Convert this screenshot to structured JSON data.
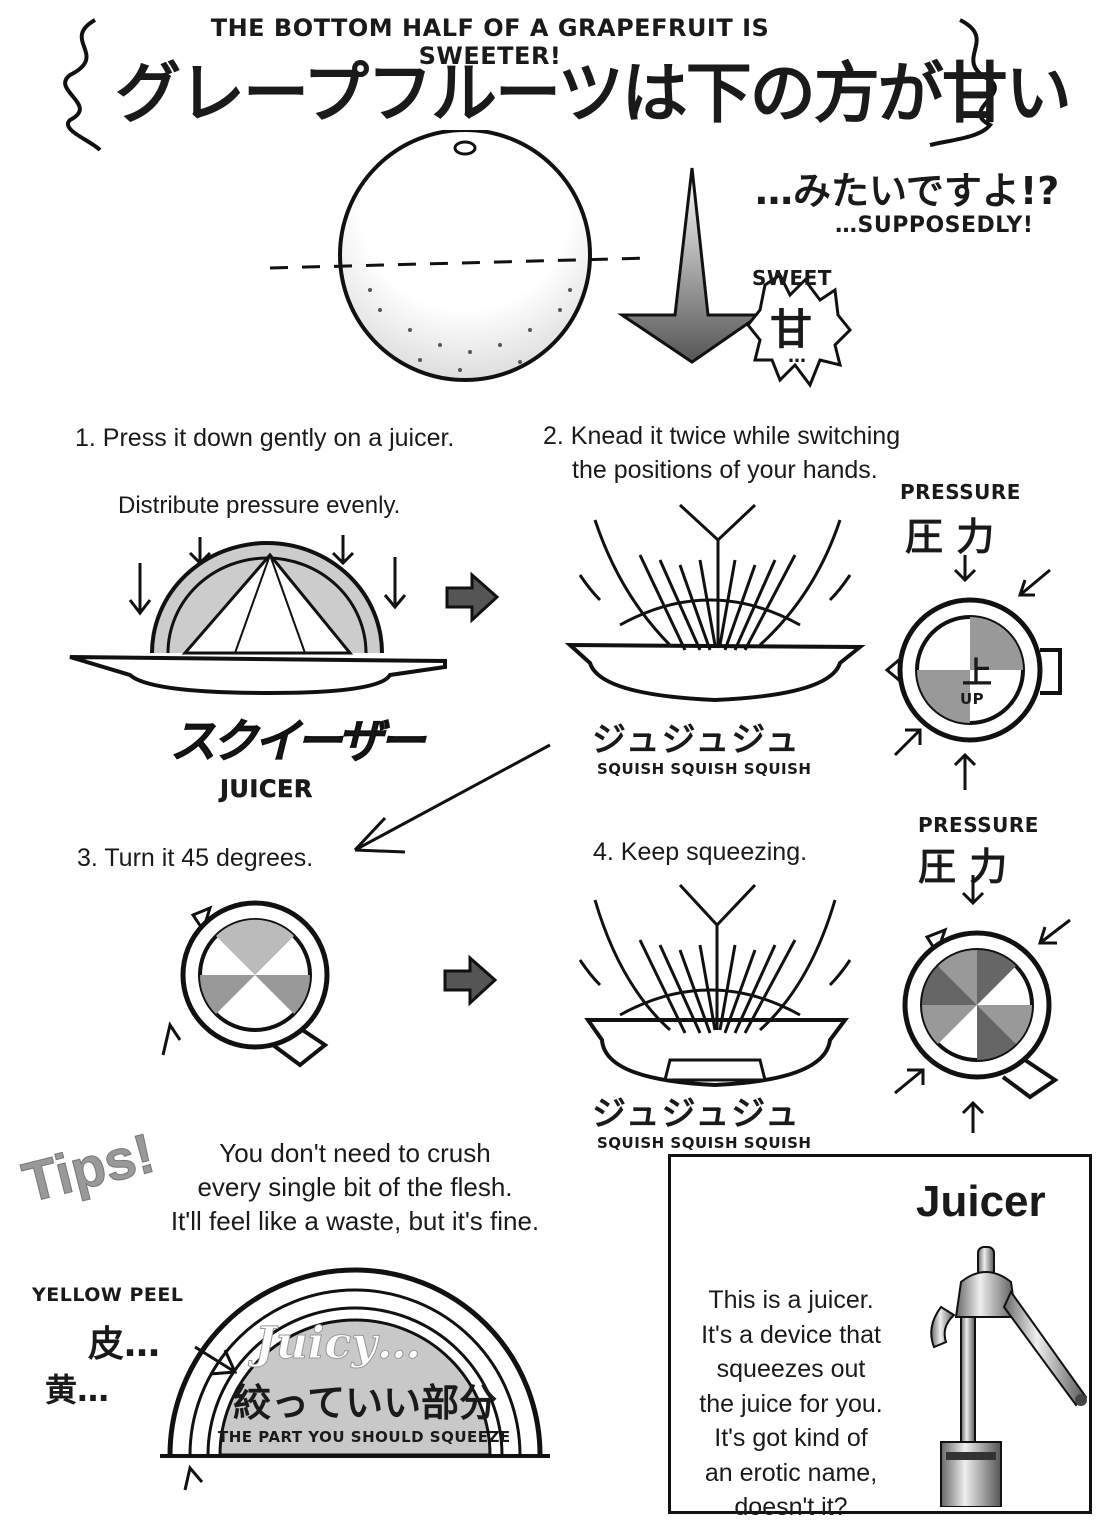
{
  "header": {
    "english_title": "THE BOTTOM HALF OF A GRAPEFRUIT IS SWEETER!",
    "japanese_title": "グレープフルーツは下の方が甘い",
    "japanese_aside": "…みたいですよ!?",
    "english_aside": "…SUPPOSEDLY!"
  },
  "hero": {
    "sweet_label": "SWEET",
    "sweet_kanji": "甘",
    "sweet_dots": "…"
  },
  "steps": [
    {
      "label": "1. Press it down gently on a juicer.",
      "note": "Distribute pressure evenly."
    },
    {
      "label": "2. Knead it twice while switching",
      "label_line2": "the positions of your hands."
    },
    {
      "label": "3. Turn it 45 degrees."
    },
    {
      "label": "4. Keep squeezing."
    }
  ],
  "juicer_sfx": {
    "japanese": "スクイーザー",
    "english": "JUICER"
  },
  "squish": {
    "japanese": "ジュジュジュ",
    "english": "SQUISH SQUISH SQUISH"
  },
  "pressure": {
    "english": "PRESSURE",
    "japanese": "圧 力",
    "up_kanji": "上",
    "up": "UP"
  },
  "tips": {
    "badge": "Tips!",
    "line1": "You don't need to crush",
    "line2": "every single bit of the flesh.",
    "line3": "It'll feel like a waste, but it's fine.",
    "yellow_peel": "YELLOW PEEL",
    "peel_kanji": "皮…",
    "yellow_kanji": "黄…",
    "juicy": "Juicy…",
    "squeeze_jp": "絞っていい部分",
    "squeeze_en": "THE PART YOU SHOULD SQUEEZE"
  },
  "juicer_box": {
    "title": "Juicer",
    "lines": [
      "This is a juicer.",
      "It's a device that",
      "squeezes out",
      "the juice for you.",
      "It's got kind of",
      "an erotic name,",
      "doesn't it?"
    ]
  }
}
